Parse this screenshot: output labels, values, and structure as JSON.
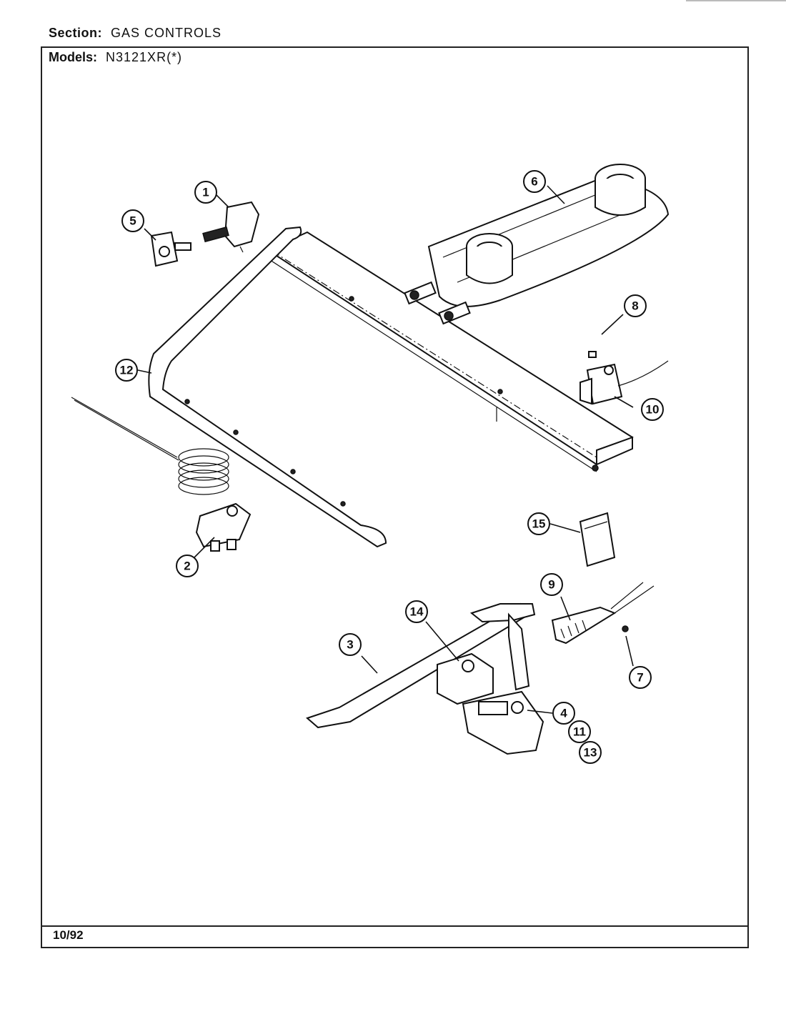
{
  "header": {
    "section_label": "Section:",
    "section_value": "GAS CONTROLS",
    "models_label": "Models:",
    "models_value": "N3121XR(*)"
  },
  "footer": {
    "date": "10/92"
  },
  "callouts": [
    "1",
    "2",
    "3",
    "4",
    "5",
    "6",
    "7",
    "8",
    "9",
    "10",
    "11",
    "12",
    "13",
    "14",
    "15"
  ]
}
